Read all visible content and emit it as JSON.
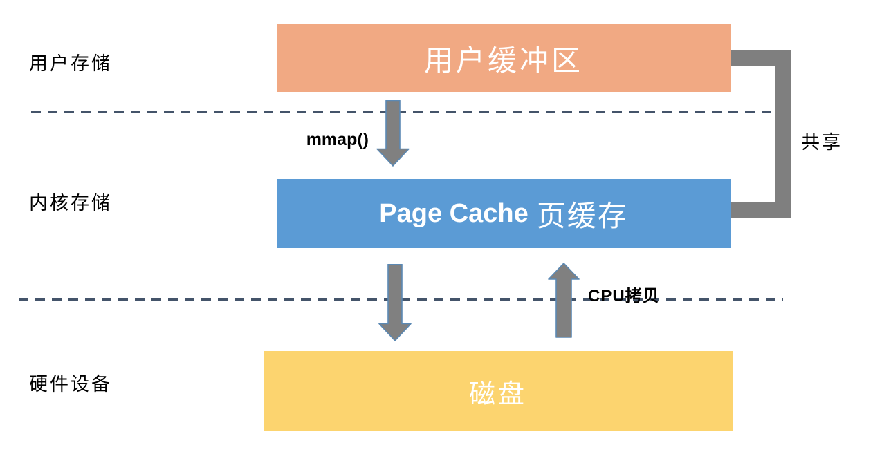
{
  "diagram": {
    "row_labels": [
      {
        "label": "用户存储"
      },
      {
        "label": "内核存储"
      },
      {
        "label": "硬件设备"
      }
    ],
    "boxes": {
      "user_buffer": {
        "label": "用户缓冲区"
      },
      "page_cache": {
        "label_en": "Page Cache",
        "label_zh": "页缓存"
      },
      "disk": {
        "label": "磁盘"
      }
    },
    "annotations": {
      "mmap": "mmap()",
      "cpu_copy": "CPU拷贝",
      "share": "共享"
    },
    "colors": {
      "user_buffer_fill": "#F1A983",
      "page_cache_fill": "#5B9BD5",
      "disk_fill": "#FCD46F",
      "arrow_fill": "#808080",
      "arrow_stroke": "#5B89B4",
      "bracket_fill": "#7F7F7F",
      "dashed_line": "#44546A",
      "box_text": "#FFFFFF",
      "label_text": "#000000"
    }
  }
}
